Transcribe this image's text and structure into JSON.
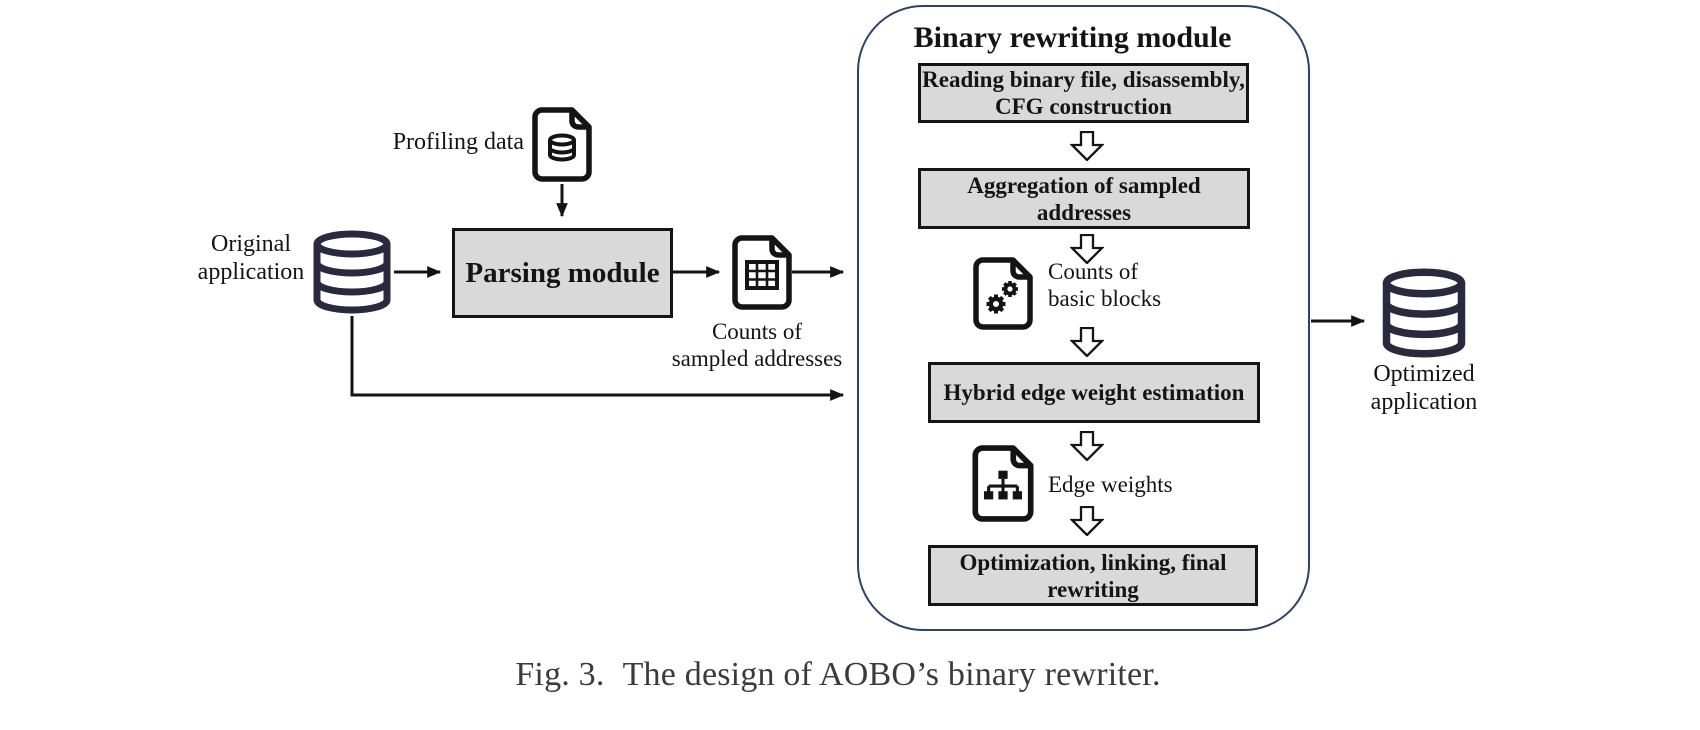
{
  "caption": {
    "prefix": "Fig. 3.",
    "text": "The design of AOBO’s binary rewriter."
  },
  "colors": {
    "step_box_fill": "#d9d9d9",
    "step_box_border": "#141414",
    "container_border": "#2e4369",
    "database_icon": "#272b3d",
    "document_icon": "#141414",
    "caption_text": "#3b3b3b"
  },
  "nodes": {
    "original_application": {
      "lines": [
        "Original",
        "application"
      ],
      "icon": "database-cylinder"
    },
    "profiling_data": {
      "label": "Profiling data",
      "icon": "document-database"
    },
    "parsing_module": {
      "label": "Parsing module"
    },
    "sampled_addresses": {
      "lines": [
        "Counts of",
        "sampled addresses"
      ],
      "icon": "document-table"
    },
    "optimized_application": {
      "lines": [
        "Optimized",
        "application"
      ],
      "icon": "database-cylinder"
    }
  },
  "binary_rewriting_module": {
    "title": "Binary rewriting module",
    "steps": [
      {
        "lines": [
          "Reading binary file, disassembly,",
          "CFG construction"
        ]
      },
      {
        "lines": [
          "Aggregation of sampled",
          "addresses"
        ]
      },
      {
        "lines": [
          "Hybrid edge weight estimation",
          ""
        ]
      },
      {
        "lines": [
          "Optimization, linking, final",
          "rewriting"
        ]
      }
    ],
    "artifacts": [
      {
        "lines": [
          "Counts of",
          "basic blocks"
        ],
        "icon": "document-gears"
      },
      {
        "lines": [
          "Edge weights",
          ""
        ],
        "icon": "document-tree"
      }
    ]
  }
}
